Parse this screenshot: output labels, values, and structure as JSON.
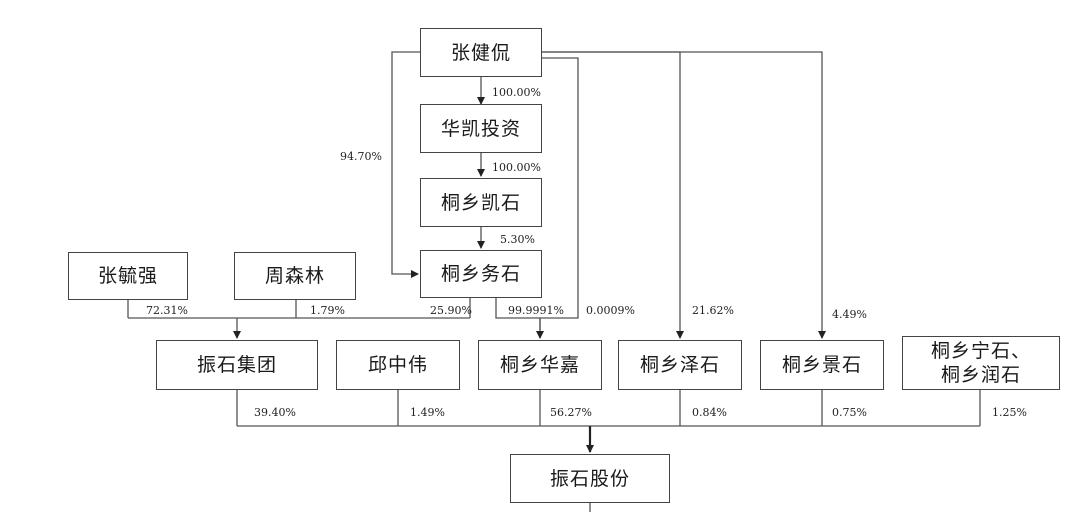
{
  "entities": {
    "zhang_jiankan": "张健侃",
    "huakai_touzi": "华凯投资",
    "tongxiang_kaishi": "桐乡凯石",
    "tongxiang_wushi": "桐乡务石",
    "zhang_yuqiang": "张毓强",
    "zhou_senlin": "周森林",
    "zhenshi_jituan": "振石集团",
    "qiu_zhongwei": "邱中伟",
    "tongxiang_huajia": "桐乡华嘉",
    "tongxiang_zeshi": "桐乡泽石",
    "tongxiang_jingshi": "桐乡景石",
    "tongxiang_ningshi_line1": "桐乡宁石、",
    "tongxiang_ningshi_line2": "桐乡润石",
    "zhenshi_gufen": "振石股份"
  },
  "percentages": {
    "zjk_huakai": "100.00%",
    "huakai_kaishi": "100.00%",
    "kaishi_wushi": "5.30%",
    "zjk_wushi": "94.70%",
    "zyq_jituan": "72.31%",
    "zsl_jituan": "1.79%",
    "wushi_jituan": "25.90%",
    "wushi_huajia": "99.9991%",
    "zjk_huajia": "0.0009%",
    "zjk_zeshi": "21.62%",
    "zjk_jingshi": "4.49%",
    "jituan_gufen": "39.40%",
    "qiu_gufen": "1.49%",
    "huajia_gufen": "56.27%",
    "zeshi_gufen": "0.84%",
    "jingshi_gufen": "0.75%",
    "ningshi_gufen": "1.25%"
  }
}
